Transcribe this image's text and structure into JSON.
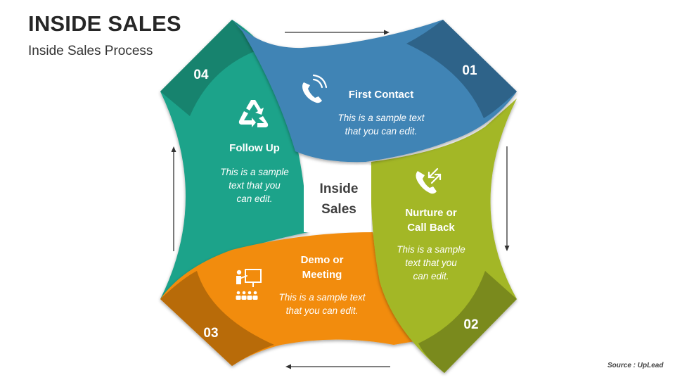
{
  "header": {
    "title": "INSIDE SALES",
    "subtitle": "Inside Sales Process"
  },
  "center": {
    "line1": "Inside",
    "line2": "Sales"
  },
  "steps": [
    {
      "number": "01",
      "title": "First Contact",
      "desc_line1": "This is a sample text",
      "desc_line2": "that you can edit.",
      "icon": "phone-call-icon",
      "color": "#3f84b5",
      "tip_color": "#2e6389"
    },
    {
      "number": "02",
      "title_line1": "Nurture or",
      "title_line2": "Call Back",
      "desc_line1": "This is a sample",
      "desc_line2": "text that you",
      "desc_line3": "can edit.",
      "icon": "callback-phone-icon",
      "color": "#a3b725",
      "tip_color": "#7a8a1d"
    },
    {
      "number": "03",
      "title_line1": "Demo or",
      "title_line2": "Meeting",
      "desc_line1": "This is a sample text",
      "desc_line2": "that you can edit.",
      "icon": "presentation-icon",
      "color": "#f28c0c",
      "tip_color": "#b86b09"
    },
    {
      "number": "04",
      "title": "Follow Up",
      "desc_line1": "This is a sample",
      "desc_line2": "text that you",
      "desc_line3": "can edit.",
      "icon": "recycle-icon",
      "color": "#1fa38a",
      "tip_color": "#17836e"
    }
  ],
  "source": "Source : UpLead"
}
